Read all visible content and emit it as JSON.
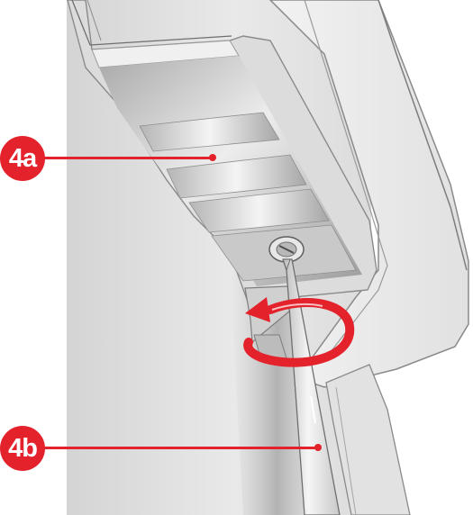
{
  "callouts": [
    {
      "label": "4a"
    },
    {
      "label": "4b"
    }
  ],
  "colors": {
    "callout": "#e3222b",
    "arrow": "#e3222b",
    "panel": "#e6e6e6",
    "background": "#ffffff"
  },
  "icons": {
    "rotation": "rotate-counterclockwise-arrow-icon",
    "tool": "screwdriver"
  }
}
